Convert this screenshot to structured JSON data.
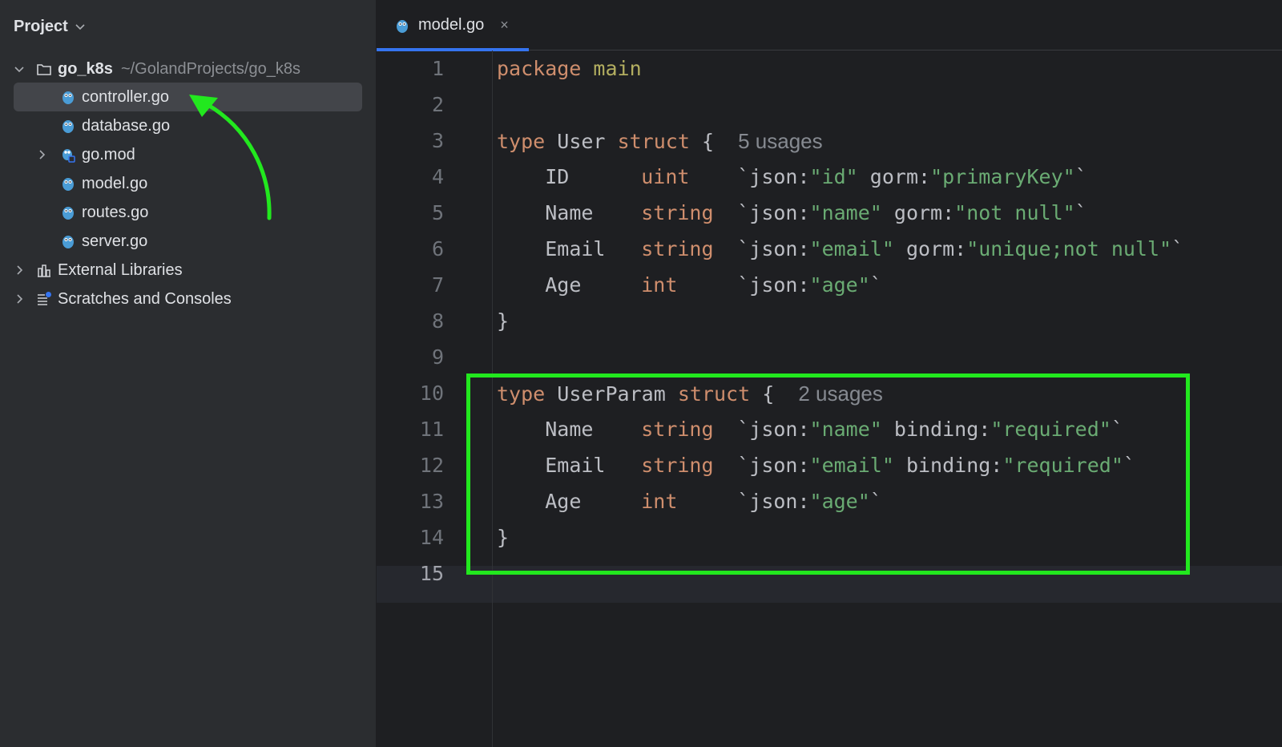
{
  "sidebar": {
    "title": "Project",
    "root": {
      "name": "go_k8s",
      "path": "~/GolandProjects/go_k8s"
    },
    "files": [
      {
        "name": "controller.go"
      },
      {
        "name": "database.go"
      },
      {
        "name": "go.mod"
      },
      {
        "name": "model.go"
      },
      {
        "name": "routes.go"
      },
      {
        "name": "server.go"
      }
    ],
    "external_libraries": "External Libraries",
    "scratches": "Scratches and Consoles"
  },
  "editor": {
    "tab": {
      "label": "model.go",
      "close": "×"
    },
    "line_numbers": [
      "1",
      "2",
      "3",
      "4",
      "5",
      "6",
      "7",
      "8",
      "9",
      "10",
      "11",
      "12",
      "13",
      "14",
      "15"
    ],
    "code": {
      "l1": {
        "kw": "package",
        "name": "main"
      },
      "l3": {
        "kw": "type",
        "name": "User",
        "kw2": "struct",
        "brace": "{",
        "hint": "5 usages"
      },
      "l4": {
        "field": "ID",
        "type": "uint",
        "t1": "`json:",
        "s1": "\"id\"",
        "t2": " gorm:",
        "s2": "\"primaryKey\"",
        "t3": "`"
      },
      "l5": {
        "field": "Name",
        "type": "string",
        "t1": "`json:",
        "s1": "\"name\"",
        "t2": " gorm:",
        "s2": "\"not null\"",
        "t3": "`"
      },
      "l6": {
        "field": "Email",
        "type": "string",
        "t1": "`json:",
        "s1": "\"email\"",
        "t2": " gorm:",
        "s2": "\"unique;not null\"",
        "t3": "`"
      },
      "l7": {
        "field": "Age",
        "type": "int",
        "t1": "`json:",
        "s1": "\"age\"",
        "t3": "`"
      },
      "l8": {
        "brace": "}"
      },
      "l10": {
        "kw": "type",
        "name": "UserParam",
        "kw2": "struct",
        "brace": "{",
        "hint": "2 usages"
      },
      "l11": {
        "field": "Name",
        "type": "string",
        "t1": "`json:",
        "s1": "\"name\"",
        "t2": " binding:",
        "s2": "\"required\"",
        "t3": "`"
      },
      "l12": {
        "field": "Email",
        "type": "string",
        "t1": "`json:",
        "s1": "\"email\"",
        "t2": " binding:",
        "s2": "\"required\"",
        "t3": "`"
      },
      "l13": {
        "field": "Age",
        "type": "int",
        "t1": "`json:",
        "s1": "\"age\"",
        "t3": "`"
      },
      "l14": {
        "brace": "}"
      }
    }
  },
  "colors": {
    "keyword": "#cf8e6d",
    "string": "#6aab73",
    "annotation_green": "#22e81e",
    "tab_underline": "#3574f0"
  }
}
